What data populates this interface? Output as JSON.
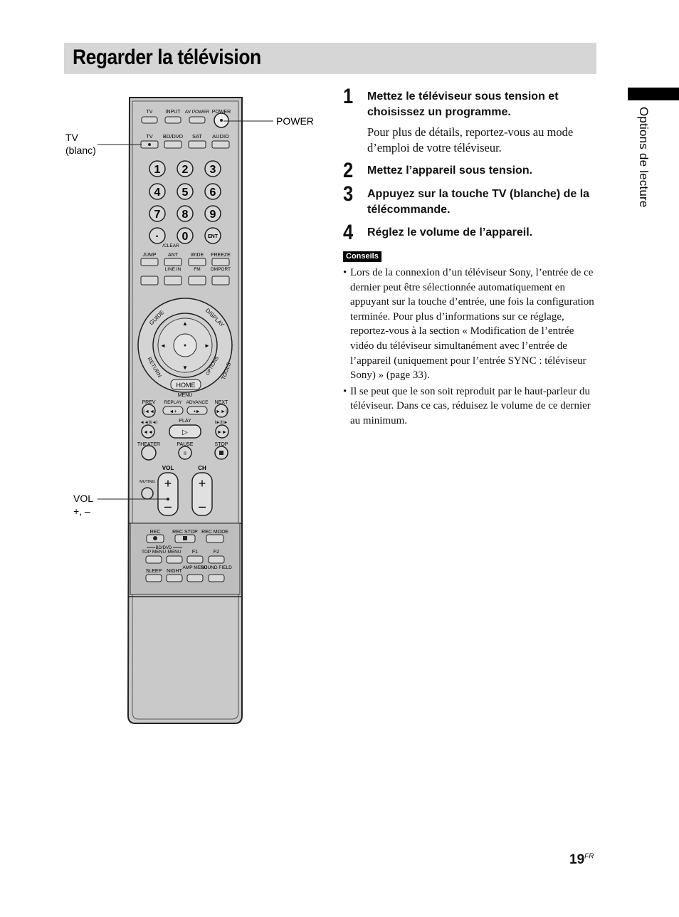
{
  "page": {
    "title": "Regarder la télévision",
    "section_tab": "Options de lecture",
    "number": "19",
    "number_suffix": "FR"
  },
  "callouts": {
    "power": "POWER",
    "tv": "TV",
    "tv_sub": "(blanc)",
    "vol": "VOL",
    "vol_sub": "+, –"
  },
  "remote": {
    "top_row": [
      "TV",
      "INPUT",
      "AV POWER",
      "POWER"
    ],
    "source_row": [
      "TV",
      "BD/DVD",
      "SAT",
      "AUDIO"
    ],
    "digits": [
      "1",
      "2",
      "3",
      "4",
      "5",
      "6",
      "7",
      "8",
      "9",
      "·",
      "0",
      "ENT"
    ],
    "clear": "/CLEAR",
    "func_row": [
      "JUMP",
      "ANT",
      "WIDE",
      "FREEZE"
    ],
    "func_row2": [
      "LINE IN",
      "FM",
      "DMPORT"
    ],
    "nav": {
      "guide": "GUIDE",
      "display": "DISPLAY",
      "return": "RETURN",
      "options": "OPTIONS",
      "tools": "TOOLS",
      "home": "HOME",
      "menu": "MENU"
    },
    "transport1": [
      "PREV",
      "REPLAY",
      "ADVANCE",
      "NEXT"
    ],
    "transport2_left": "◄◄II/◄I",
    "transport2_play": "PLAY",
    "transport2_right": "I►/II►",
    "transport3": [
      "THEATER",
      "PAUSE",
      "STOP"
    ],
    "vol_label": "VOL",
    "ch_label": "CH",
    "muting": "MUTING",
    "rec_row": [
      "REC",
      "REC STOP",
      "REC MODE"
    ],
    "bddvd_label": "BD/DVD",
    "menu_row": [
      "TOP MENU",
      "MENU",
      "F1",
      "F2"
    ],
    "bottom_row": [
      "SLEEP",
      "NIGHT",
      "AMP MENU",
      "SOUND FIELD"
    ]
  },
  "steps": [
    {
      "num": "1",
      "heading": "Mettez le téléviseur sous tension et choisissez un programme.",
      "body": "Pour plus de détails, reportez-vous au mode d’emploi de votre téléviseur."
    },
    {
      "num": "2",
      "heading": "Mettez l’appareil sous tension."
    },
    {
      "num": "3",
      "heading": "Appuyez sur la touche TV (blanche) de la télécommande."
    },
    {
      "num": "4",
      "heading": "Réglez le volume de l’appareil."
    }
  ],
  "tips": {
    "label": "Conseils",
    "items": [
      "Lors de la connexion d’un téléviseur Sony, l’entrée de ce dernier peut être sélectionnée automatiquement en appuyant sur la touche d’entrée, une fois la configuration terminée. Pour plus d’informations sur ce réglage, reportez-vous à la section « Modification de l’entrée vidéo du téléviseur simultanément avec l’entrée de l’appareil (uniquement pour l’entrée SYNC : téléviseur Sony) » (page 33).",
      "Il se peut que le son soit reproduit par le haut-parleur du téléviseur. Dans ce cas, réduisez le volume de ce dernier au minimum."
    ]
  }
}
